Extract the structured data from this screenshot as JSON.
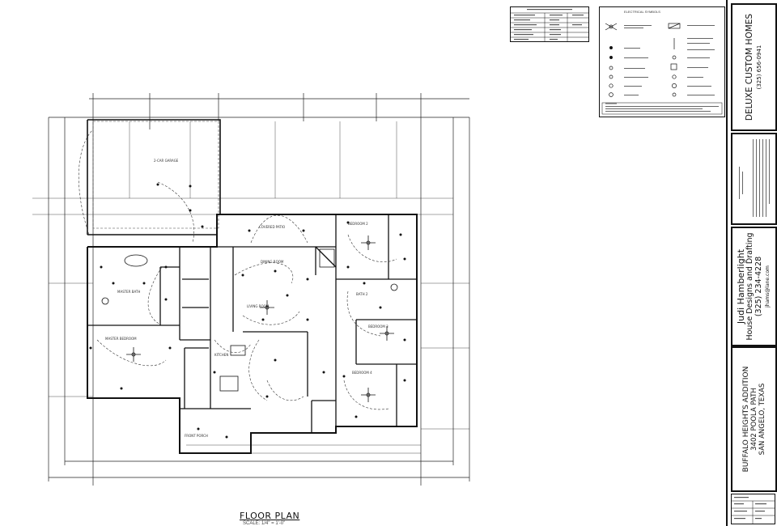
{
  "plan": {
    "title": "FLOOR PLAN",
    "scale": "SCALE: 1/4\" = 1'-0\""
  },
  "title_block": {
    "company": "DELUXE CUSTOM HOMES",
    "company_phone": "(325) 656-0941",
    "designer_name": "Judi Hamberlight",
    "designer_tagline": "House Designs and Drafting",
    "designer_phone": "(325) 234-4228",
    "designer_email": "jhams@lane.com",
    "project_name": "BUFFALO HEIGHTS ADDITION",
    "project_address": "3402 POOLA PATH",
    "project_city": "SAN ANGELO, TEXAS"
  },
  "legends": {
    "electrical_title": "ELECTRICAL SYMBOLS"
  }
}
